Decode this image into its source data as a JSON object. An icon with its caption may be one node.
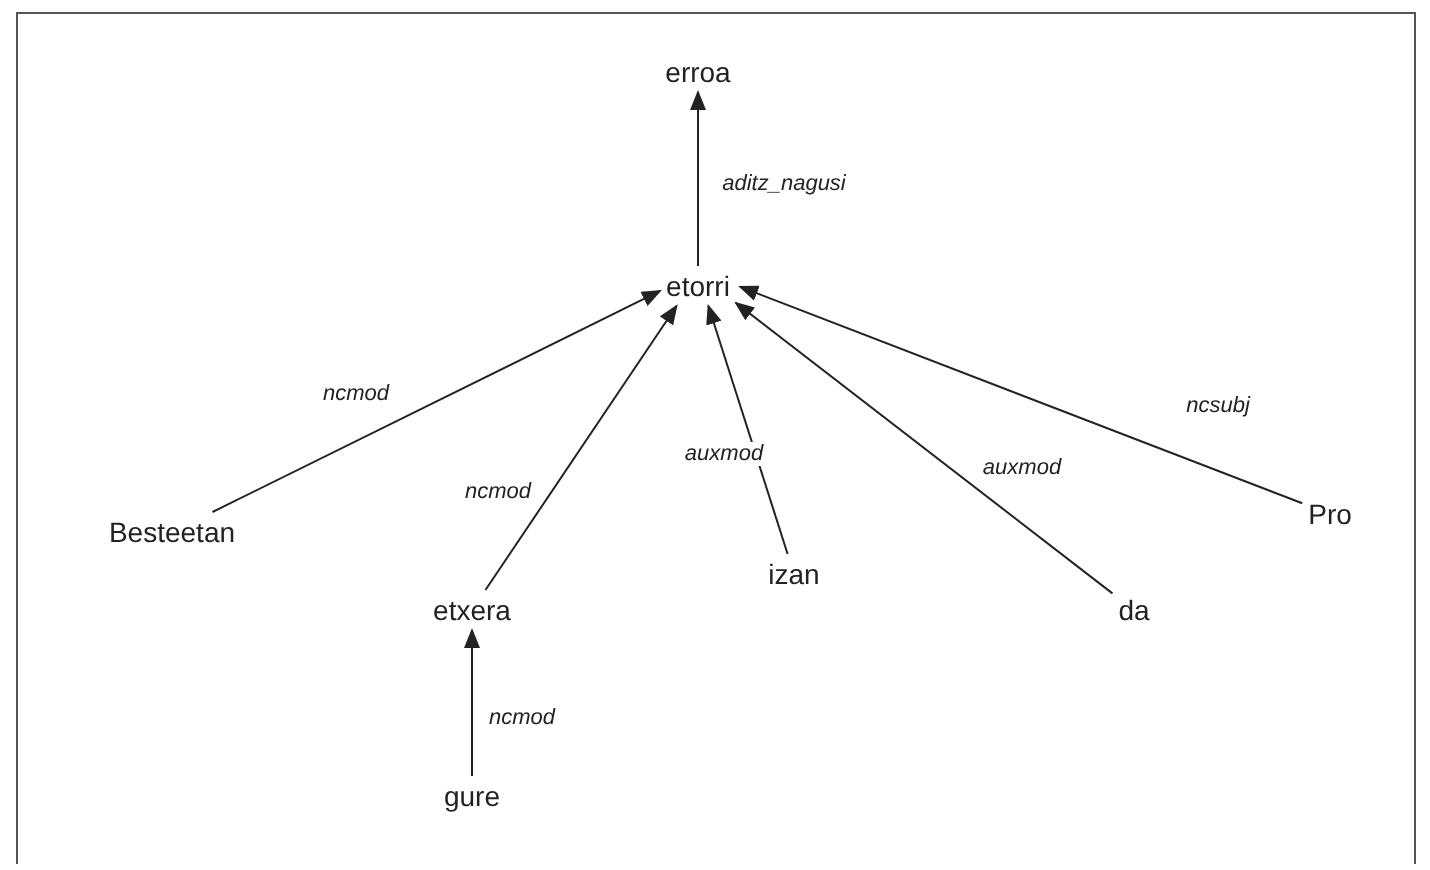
{
  "diagram": {
    "nodes": [
      {
        "text": [
          "erroa"
        ]
      },
      {
        "text": [
          "etorri"
        ]
      },
      {
        "text": [
          "Besteetan"
        ]
      },
      {
        "text": [
          "etxera"
        ]
      },
      {
        "text": [
          "izan"
        ]
      },
      {
        "text": [
          "da"
        ]
      },
      {
        "text": [
          "Pro"
        ]
      },
      {
        "text": [
          "gure"
        ]
      }
    ],
    "edges": [
      {
        "from": 1,
        "to": 0,
        "arrow": "to",
        "label": "aditz_nagusi"
      },
      {
        "from": 2,
        "to": 1,
        "arrow": "to",
        "label": "ncmod"
      },
      {
        "from": 3,
        "to": 1,
        "arrow": "to",
        "label": "ncmod"
      },
      {
        "from": 4,
        "to": 1,
        "arrow": "to",
        "label": "auxmod"
      },
      {
        "from": 5,
        "to": 1,
        "arrow": "to",
        "label": "auxmod"
      },
      {
        "from": 6,
        "to": 1,
        "arrow": "to",
        "label": "ncsubj"
      },
      {
        "from": 7,
        "to": 3,
        "arrow": "to",
        "label": "ncmod"
      }
    ]
  }
}
